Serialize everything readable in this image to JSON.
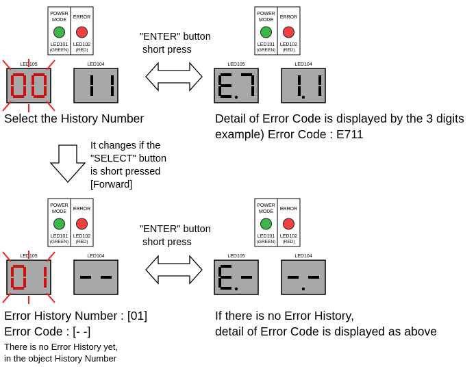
{
  "led_panel": {
    "power_label_1": "POWER",
    "power_label_2": "MODE",
    "power_led_name": "LED101",
    "power_led_color_name": "(GREEN)",
    "error_label": "ERROR",
    "error_led_name": "LED102",
    "error_led_color_name": "(RED)",
    "green_color": "#3cb54a",
    "red_color": "#f04040"
  },
  "display_labels": {
    "left": "LED105",
    "right": "LED104"
  },
  "colors": {
    "display_bg": "#a8a8a8",
    "segment_dark": "#000000",
    "segment_red": "#cc1010",
    "blink_ray": "#ee2020"
  },
  "arrow_enter": {
    "line1": "\"ENTER\" button",
    "line2": "short press"
  },
  "section_top": {
    "left_caption": "Select the History Number",
    "right_caption_1": "Detail of Error Code is displayed by the 3 digits",
    "right_caption_2": "example) Error Code : E711",
    "left_display": [
      "0",
      "0",
      "1",
      "1"
    ],
    "right_display": [
      "E.",
      "7",
      "1.",
      "1"
    ]
  },
  "select_arrow": {
    "line1": "It changes if the",
    "line2": "\"SELECT\" button",
    "line3": "is short pressed",
    "line4": "[Forward]"
  },
  "section_bottom": {
    "left_caption_1": "Error History Number : [01]",
    "left_caption_2": "Error Code : [- -]",
    "left_note_1": "There is no Error History yet,",
    "left_note_2": "in the object History Number",
    "right_caption_1": "If there is no Error History,",
    "right_caption_2": "detail of Error Code is displayed as above",
    "left_display": [
      "0",
      "1",
      "-",
      "-"
    ],
    "right_display": [
      "E.",
      "-",
      "-.",
      "-"
    ]
  }
}
